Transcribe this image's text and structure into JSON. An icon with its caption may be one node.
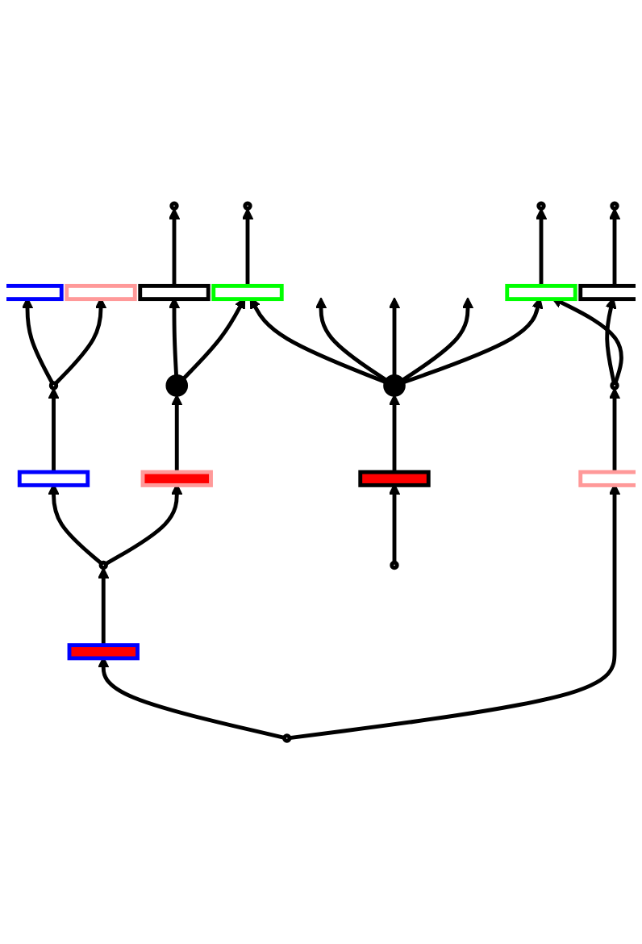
{
  "diagram": {
    "nodes": [
      {
        "text": [],
        "shape": "bar"
      },
      {
        "text": [],
        "shape": "bar"
      },
      {
        "text": [],
        "shape": "circle"
      },
      {
        "text": [],
        "shape": "circle"
      },
      {
        "text": [],
        "shape": "circle"
      },
      {
        "text": [],
        "shape": "bar"
      },
      {
        "text": [],
        "shape": "bar"
      },
      {
        "text": [],
        "shape": "circle"
      },
      {
        "text": [],
        "shape": "bar"
      },
      {
        "text": [],
        "shape": "bar"
      },
      {
        "text": [],
        "shape": "circle"
      },
      {
        "text": [],
        "shape": "circle"
      },
      {
        "text": [],
        "shape": "circle"
      },
      {
        "text": [],
        "shape": "bar"
      },
      {
        "text": [],
        "shape": "bar"
      },
      {
        "text": [],
        "shape": "bar"
      },
      {
        "text": [],
        "shape": "circle"
      },
      {
        "text": [],
        "shape": "circle"
      },
      {
        "text": [],
        "shape": "bar"
      },
      {
        "text": [],
        "shape": "bar"
      },
      {
        "text": [],
        "shape": "circle"
      },
      {
        "text": [],
        "shape": "circle"
      }
    ],
    "edges": [
      {
        "from": 4,
        "to": 1,
        "arrow": "to"
      },
      {
        "from": 4,
        "to": 0,
        "arrow": "to"
      },
      {
        "from": 5,
        "to": 2,
        "arrow": "to"
      },
      {
        "from": 6,
        "to": 3,
        "arrow": "to"
      },
      {
        "from": 8,
        "to": 4,
        "arrow": "to"
      },
      {
        "from": 7,
        "to": 6,
        "arrow": "to"
      },
      {
        "from": 7,
        "to": 5,
        "arrow": "to"
      },
      {
        "from": 17,
        "to": 5,
        "arrow": "to"
      },
      {
        "from": 17,
        "to": null,
        "arrow": "to"
      },
      {
        "from": 17,
        "to": null,
        "arrow": "to"
      },
      {
        "from": 17,
        "to": null,
        "arrow": "to"
      },
      {
        "from": 9,
        "to": 7,
        "arrow": "to"
      },
      {
        "from": 11,
        "to": 8,
        "arrow": "to"
      },
      {
        "from": 11,
        "to": 9,
        "arrow": "to"
      },
      {
        "from": 13,
        "to": 10,
        "arrow": "to"
      },
      {
        "from": 14,
        "to": 12,
        "arrow": "to"
      },
      {
        "from": 16,
        "to": 14,
        "arrow": "to"
      },
      {
        "from": 16,
        "to": 13,
        "arrow": "to"
      },
      {
        "from": 17,
        "to": 13,
        "arrow": "to"
      },
      {
        "from": 15,
        "to": 11,
        "arrow": "to"
      },
      {
        "from": 18,
        "to": 16,
        "arrow": "to"
      },
      {
        "from": 19,
        "to": 17,
        "arrow": "to"
      },
      {
        "from": 20,
        "to": 15,
        "arrow": "to"
      },
      {
        "from": 20,
        "to": 18,
        "arrow": "to"
      },
      {
        "from": 21,
        "to": 19,
        "arrow": "to"
      }
    ]
  }
}
